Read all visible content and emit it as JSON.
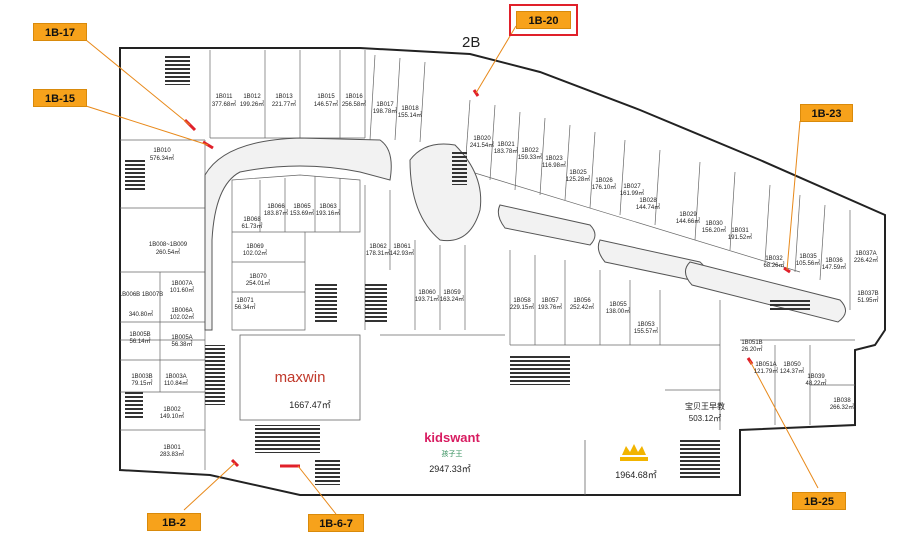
{
  "floor_label": "2B",
  "colors": {
    "tag_fill": "#f7a21b",
    "leader": "#e8891a",
    "highlight": "#e0202a",
    "door": "#e0202a"
  },
  "callouts": [
    {
      "id": "1B-17",
      "label": "1B-17"
    },
    {
      "id": "1B-15",
      "label": "1B-15"
    },
    {
      "id": "1B-20",
      "label": "1B-20",
      "highlighted": true
    },
    {
      "id": "1B-23",
      "label": "1B-23"
    },
    {
      "id": "1B-25",
      "label": "1B-25"
    },
    {
      "id": "1B-2",
      "label": "1B-2"
    },
    {
      "id": "1B-6-7",
      "label": "1B-6-7"
    }
  ],
  "units": [
    {
      "code": "1B011",
      "area": "377.68㎡"
    },
    {
      "code": "1B012",
      "area": "199.26㎡"
    },
    {
      "code": "1B013",
      "area": "221.77㎡"
    },
    {
      "code": "1B015",
      "area": "146.57㎡"
    },
    {
      "code": "1B016",
      "area": "256.58㎡"
    },
    {
      "code": "1B017",
      "area": "198.78㎡"
    },
    {
      "code": "1B018",
      "area": "155.14㎡"
    },
    {
      "code": "1B010",
      "area": "576.34㎡"
    },
    {
      "code": "1B020",
      "area": "241.54㎡"
    },
    {
      "code": "1B021",
      "area": "183.78㎡"
    },
    {
      "code": "1B022",
      "area": "159.33㎡"
    },
    {
      "code": "1B023",
      "area": "116.98㎡"
    },
    {
      "code": "1B025",
      "area": "125.28㎡"
    },
    {
      "code": "1B026",
      "area": "176.10㎡"
    },
    {
      "code": "1B027",
      "area": "161.99㎡"
    },
    {
      "code": "1B028",
      "area": "144.74㎡"
    },
    {
      "code": "1B029",
      "area": "144.66㎡"
    },
    {
      "code": "1B030",
      "area": "156.20㎡"
    },
    {
      "code": "1B031",
      "area": "191.52㎡"
    },
    {
      "code": "1B032",
      "area": "68.26㎡"
    },
    {
      "code": "1B035",
      "area": "105.56㎡"
    },
    {
      "code": "1B036",
      "area": "147.59㎡"
    },
    {
      "code": "1B037A",
      "area": "226.42㎡"
    },
    {
      "code": "1B037B",
      "area": "51.95㎡"
    },
    {
      "code": "1B008~1B009",
      "area": "260.54㎡"
    },
    {
      "code": "1B068",
      "area": "61.73㎡"
    },
    {
      "code": "1B069",
      "area": "102.02㎡"
    },
    {
      "code": "1B070",
      "area": "254.01㎡"
    },
    {
      "code": "1B071",
      "area": "56.34㎡"
    },
    {
      "code": "1B066",
      "area": "183.87㎡"
    },
    {
      "code": "1B065",
      "area": "153.69㎡"
    },
    {
      "code": "1B063",
      "area": "193.16㎡"
    },
    {
      "code": "1B062",
      "area": "178.31㎡"
    },
    {
      "code": "1B061",
      "area": "142.93㎡"
    },
    {
      "code": "1B060",
      "area": "193.71㎡"
    },
    {
      "code": "1B059",
      "area": "163.24㎡"
    },
    {
      "code": "1B058",
      "area": "229.15㎡"
    },
    {
      "code": "1B057",
      "area": "193.76㎡"
    },
    {
      "code": "1B056",
      "area": "252.42㎡"
    },
    {
      "code": "1B055",
      "area": "138.00㎡"
    },
    {
      "code": "1B053",
      "area": "155.57㎡"
    },
    {
      "code": "1B007A",
      "area": "101.60㎡"
    },
    {
      "code": "1B006B 1B007B",
      "area": "340.80㎡"
    },
    {
      "code": "1B006A",
      "area": "102.02㎡"
    },
    {
      "code": "1B005B",
      "area": "56.14㎡"
    },
    {
      "code": "1B005A",
      "area": "56.38㎡"
    },
    {
      "code": "1B003B",
      "area": "79.15㎡"
    },
    {
      "code": "1B003A",
      "area": "110.84㎡"
    },
    {
      "code": "1B002",
      "area": "149.10㎡"
    },
    {
      "code": "1B001",
      "area": "283.83㎡"
    },
    {
      "code": "1B051B",
      "area": "26.20㎡"
    },
    {
      "code": "1B051A",
      "area": "121.79㎡"
    },
    {
      "code": "1B050",
      "area": "124.37㎡"
    },
    {
      "code": "1B039",
      "area": "48.22㎡"
    },
    {
      "code": "1B038",
      "area": "266.32㎡"
    }
  ],
  "anchors": [
    {
      "id": "maxwin",
      "brand": "maxwin",
      "area": "1667.47㎡"
    },
    {
      "id": "kidswant",
      "brand": "kidswant",
      "brand_cn": "孩子王",
      "area": "2947.33㎡"
    },
    {
      "id": "crown",
      "brand": "",
      "area": "1964.68㎡"
    },
    {
      "id": "baobei",
      "brand": "宝贝王早教",
      "area": "503.12㎡"
    }
  ]
}
